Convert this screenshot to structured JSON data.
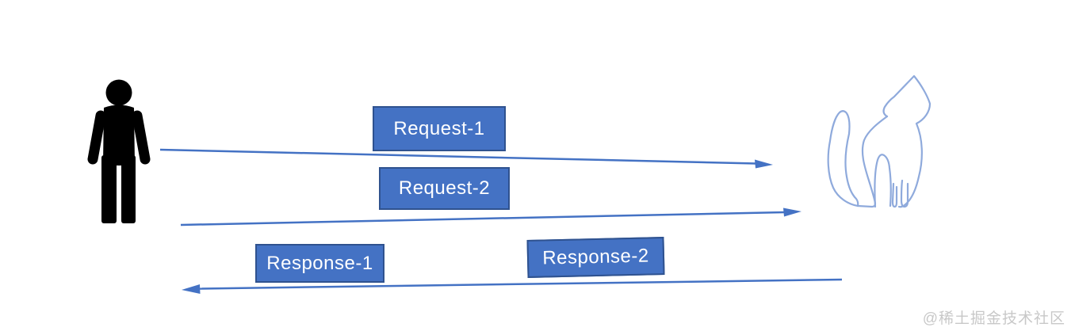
{
  "diagram": {
    "kind": "sequence-diagram",
    "actors": [
      {
        "id": "person",
        "label": "person-silhouette"
      },
      {
        "id": "cat",
        "label": "cat-outline"
      }
    ],
    "messages": [
      {
        "label": "Request-1",
        "direction": "right"
      },
      {
        "label": "Request-2",
        "direction": "right"
      },
      {
        "label": "Response-1",
        "direction": "left"
      },
      {
        "label": "Response-2",
        "direction": "left"
      }
    ],
    "colors": {
      "label_fill": "#4472C4",
      "label_border": "#2F528F",
      "label_text": "#FFFFFF",
      "arrow": "#4472C4",
      "cat_outline": "#8FAADC",
      "person_fill": "#000000",
      "watermark": "#C8C8C8"
    }
  },
  "watermark": {
    "text": "@稀土掘金技术社区"
  }
}
